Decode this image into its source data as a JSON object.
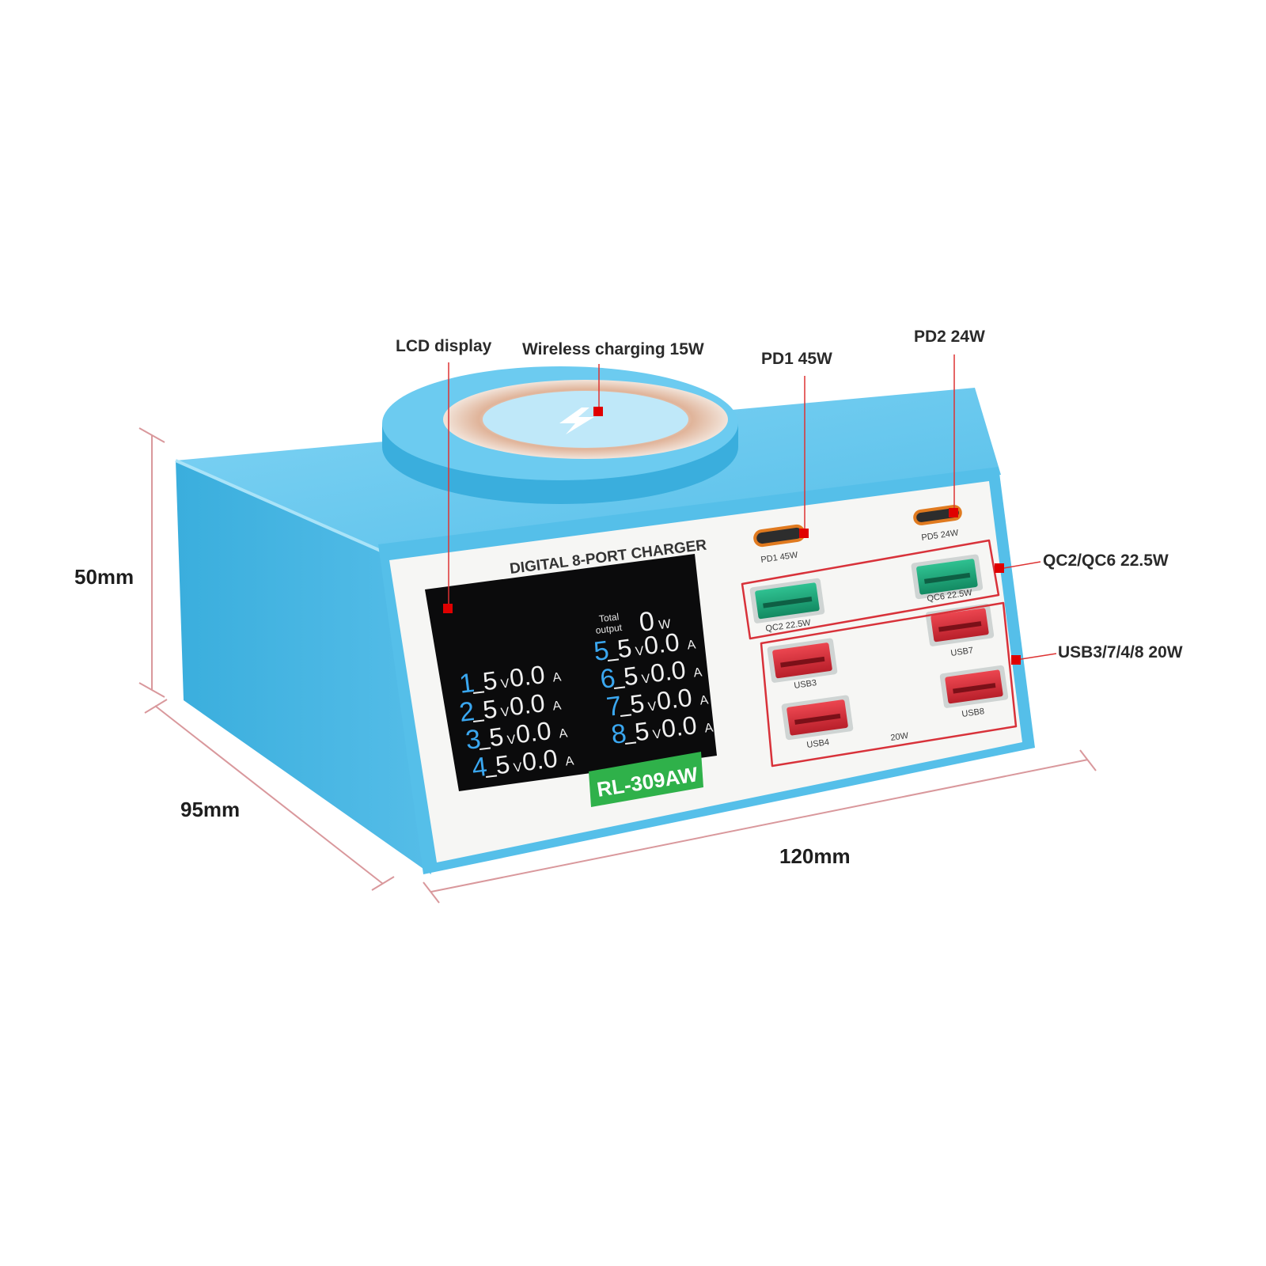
{
  "callouts": {
    "lcd": "LCD display",
    "wireless": "Wireless charging 15W",
    "pd1": "PD1 45W",
    "pd2": "PD2 24W",
    "qc": "QC2/QC6 22.5W",
    "usb": "USB3/7/4/8 20W"
  },
  "dimensions": {
    "height": "50mm",
    "depth": "95mm",
    "width": "120mm"
  },
  "device": {
    "panel_title": "DIGITAL 8-PORT CHARGER",
    "model": "RL-309AW",
    "colors": {
      "body": "#4fbde8",
      "face": "#f6f6f4",
      "qc_port": "#1fa37a",
      "usb_port": "#d42b35",
      "pd_port": "#e07a1f",
      "model_badge": "#2fb14a",
      "callout_marker": "#e00000"
    }
  },
  "lcd": {
    "total_label_line1": "Total",
    "total_label_line2": "output",
    "total_value": "0",
    "total_unit": "W",
    "channels": [
      {
        "num": "1",
        "volt": "5",
        "volt_unit": "V",
        "amp": "0.0",
        "amp_unit": "A"
      },
      {
        "num": "2",
        "volt": "5",
        "volt_unit": "V",
        "amp": "0.0",
        "amp_unit": "A"
      },
      {
        "num": "3",
        "volt": "5",
        "volt_unit": "V",
        "amp": "0.0",
        "amp_unit": "A"
      },
      {
        "num": "4",
        "volt": "5",
        "volt_unit": "V",
        "amp": "0.0",
        "amp_unit": "A"
      },
      {
        "num": "5",
        "volt": "5",
        "volt_unit": "V",
        "amp": "0.0",
        "amp_unit": "A"
      },
      {
        "num": "6",
        "volt": "5",
        "volt_unit": "V",
        "amp": "0.0",
        "amp_unit": "A"
      },
      {
        "num": "7",
        "volt": "5",
        "volt_unit": "V",
        "amp": "0.0",
        "amp_unit": "A"
      },
      {
        "num": "8",
        "volt": "5",
        "volt_unit": "V",
        "amp": "0.0",
        "amp_unit": "A"
      }
    ]
  },
  "ports": {
    "pd1": "PD1  45W",
    "pd5": "PD5  24W",
    "qc2": "QC2  22.5W",
    "qc6": "QC6  22.5W",
    "usb3": "USB3",
    "usb7": "USB7",
    "usb4": "USB4",
    "usb8": "USB8",
    "usb_group_rating": "20W"
  }
}
